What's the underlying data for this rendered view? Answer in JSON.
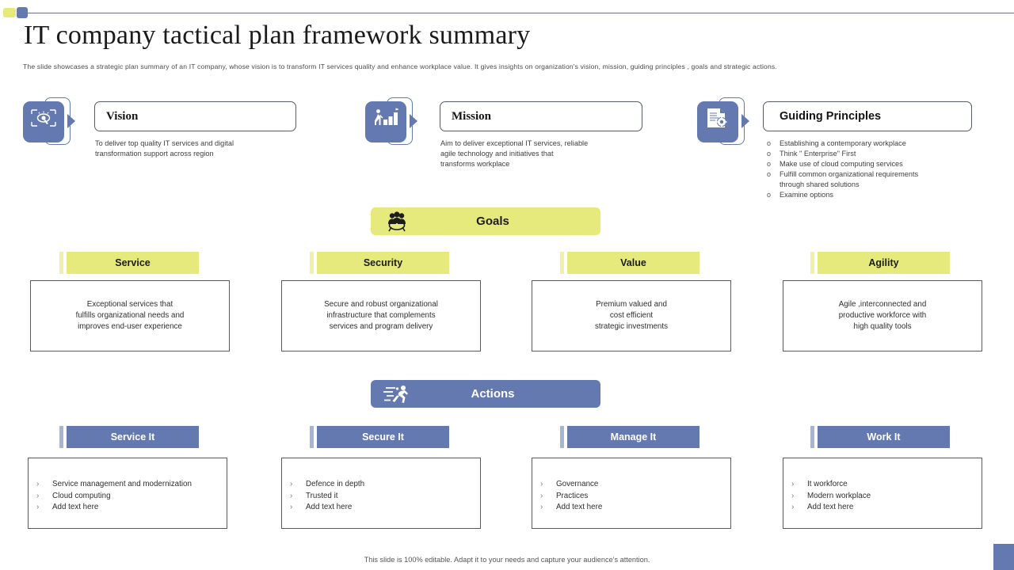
{
  "header": {
    "title": "IT company tactical plan framework summary",
    "subtitle": "The slide showcases a strategic plan summary of an IT  company, whose vision is to transform IT  services quality and enhance workplace value. It gives insights on organization's vision, mission, guiding principles , goals and strategic actions."
  },
  "colors": {
    "accent_blue": "#6479B0",
    "accent_yellow": "#E6E97B",
    "tab_yellow_light": "#EFF0A9",
    "tab_blue_light": "#A8B4D4",
    "text_dark": "#1a1a1a",
    "text_body": "#3f3f3f"
  },
  "top_blocks": [
    {
      "id": "vision",
      "icon": "eye-focus-icon",
      "title": "Vision",
      "title_font": "serif",
      "description": [
        "To deliver top quality IT  services and digital",
        "transformation support across region"
      ]
    },
    {
      "id": "mission",
      "icon": "person-growth-chart-icon",
      "title": "Mission",
      "title_font": "serif",
      "description": [
        "Aim to deliver exceptional IT  services, reliable",
        "agile technology and initiatives that",
        "transforms workplace"
      ]
    },
    {
      "id": "guiding-principles",
      "icon": "document-gear-icon",
      "title": "Guiding Principles",
      "title_font": "sans",
      "bullet_glyph": "o",
      "principles": [
        {
          "text": "Establishing a contemporary workplace"
        },
        {
          "text": "Think \" Enterprise\" First"
        },
        {
          "text": "Make use of cloud computing services"
        },
        {
          "text": "Fulfill common  organizational requirements",
          "continuation": "through shared solutions"
        },
        {
          "text": "Examine  options"
        }
      ]
    }
  ],
  "goals_section": {
    "banner": {
      "title": "Goals",
      "icon": "team-group-icon"
    },
    "columns": [
      {
        "header": "Service",
        "text": [
          "Exceptional services that",
          "fulfills organizational needs and",
          "improves end-user experience"
        ]
      },
      {
        "header": "Security",
        "text": [
          "Secure and robust organizational",
          "infrastructure that complements",
          "services and program delivery"
        ]
      },
      {
        "header": "Value",
        "text": [
          "Premium valued and",
          "cost efficient",
          "strategic investments"
        ]
      },
      {
        "header": "Agility",
        "text": [
          "Agile ,interconnected and",
          "productive workforce with",
          "high quality tools"
        ]
      }
    ]
  },
  "actions_section": {
    "banner": {
      "title": "Actions",
      "icon": "running-person-icon"
    },
    "bullet_glyph": "›",
    "columns": [
      {
        "header": "Service It",
        "items": [
          "Service management and modernization",
          "Cloud computing",
          "Add text here"
        ]
      },
      {
        "header": "Secure It",
        "items": [
          "Defence in depth",
          "Trusted it",
          "Add text here"
        ]
      },
      {
        "header": "Manage It",
        "items": [
          "Governance",
          "Practices",
          "Add text here"
        ]
      },
      {
        "header": "Work It",
        "items": [
          "It workforce",
          "Modern workplace",
          "Add text here"
        ]
      }
    ]
  },
  "footer": {
    "note": "This slide is 100% editable. Adapt it to your needs and capture your audience's attention."
  }
}
